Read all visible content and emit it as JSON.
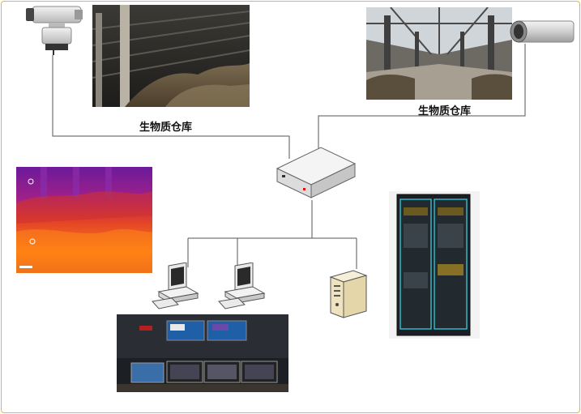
{
  "labels": {
    "warehouse_left": "生物质仓库",
    "warehouse_right": "生物质仓库"
  },
  "colors": {
    "border": "#f0b429",
    "line": "#555555",
    "thermal_hot": "#ff6a00",
    "thermal_cold": "#7a1fa2"
  },
  "icons": {
    "camera_left": "ptz-camera-icon",
    "camera_right": "box-camera-icon",
    "switch": "network-switch-icon",
    "workstation": "desktop-computer-icon",
    "server": "server-tower-icon",
    "cabinet": "server-rack-cabinet"
  }
}
